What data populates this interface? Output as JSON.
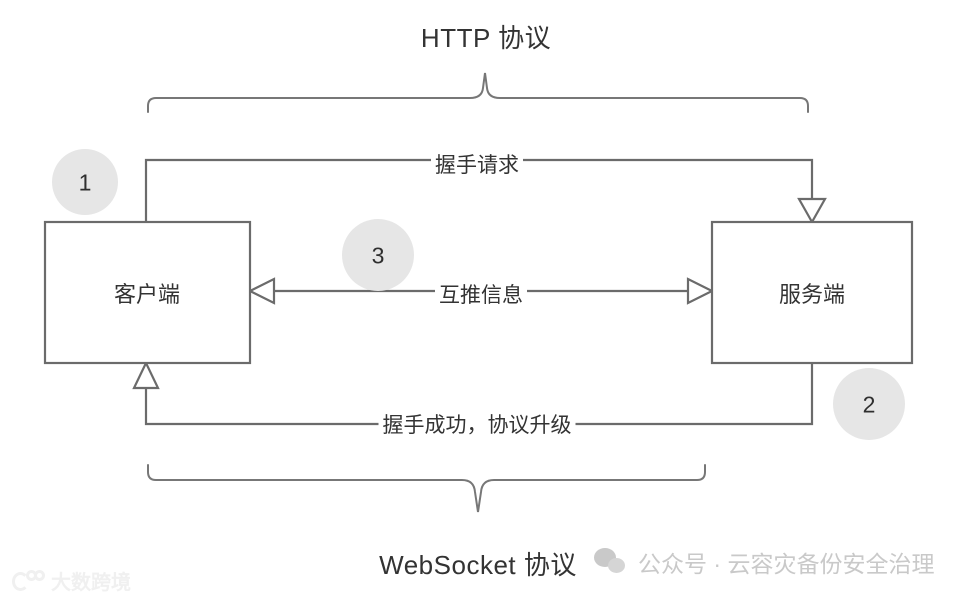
{
  "diagram": {
    "top_title": "HTTP 协议",
    "bottom_title": "WebSocket 协议",
    "nodes": [
      {
        "id": "client",
        "label": "客户端"
      },
      {
        "id": "server",
        "label": "服务端"
      }
    ],
    "edges": [
      {
        "id": "handshake-request",
        "label": "握手请求",
        "step": "1"
      },
      {
        "id": "mutual-push",
        "label": "互推信息",
        "step": "3"
      },
      {
        "id": "handshake-success",
        "label": "握手成功，协议升级",
        "step": "2"
      }
    ],
    "step_markers": [
      {
        "id": "step-1",
        "number": "1"
      },
      {
        "id": "step-3",
        "number": "3"
      },
      {
        "id": "step-2",
        "number": "2"
      }
    ],
    "colors": {
      "stroke": "#6b6b6b",
      "text": "#333333",
      "marker_fill": "#e6e6e6",
      "brace": "#777777",
      "background": "#ffffff"
    }
  },
  "watermarks": {
    "right": {
      "icon": "wechat-icon",
      "text": "公众号 · 云容灾备份安全治理"
    },
    "left": {
      "icon": "dashuwang-logo-icon",
      "text": "大数跨境"
    }
  }
}
